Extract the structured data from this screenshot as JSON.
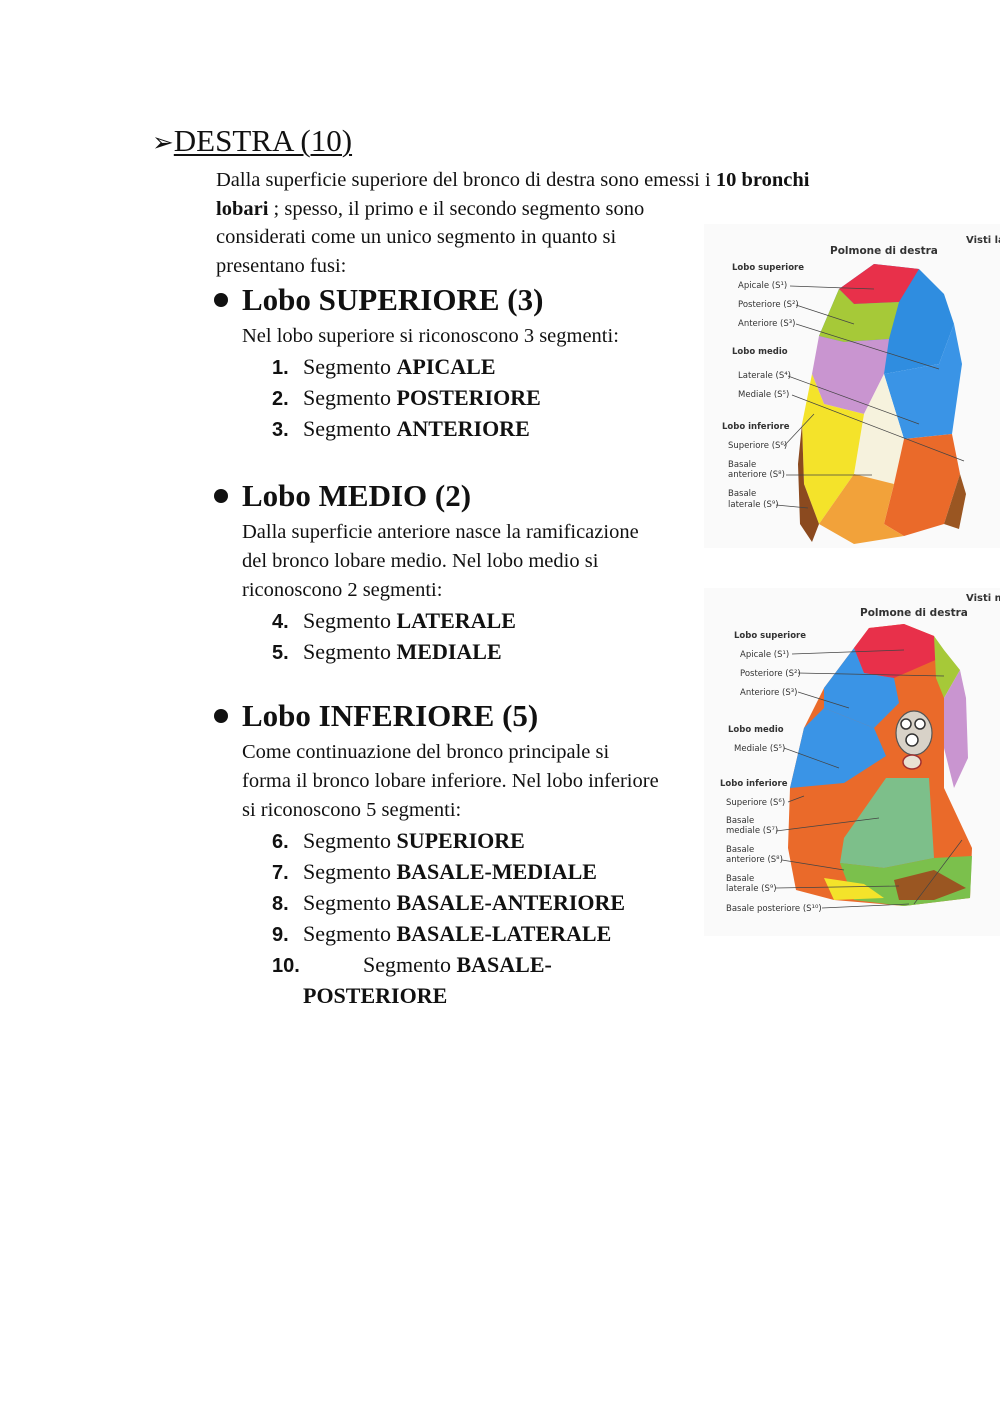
{
  "heading": {
    "marker": "➢",
    "title": "DESTRA (10)"
  },
  "intro": {
    "line1_a": "Dalla superficie superiore del bronco di destra sono emessi i ",
    "line1_b": "10 bronchi",
    "line2_a": "lobari",
    "line2_b": " ; spesso, il primo e il secondo segmento sono",
    "line3": "considerati come un unico segmento in quanto si",
    "line4": "presentano fusi:"
  },
  "lobes": [
    {
      "title": "Lobo SUPERIORE (3)",
      "desc": [
        "Nel lobo superiore si riconoscono 3 segmenti:"
      ],
      "segments": [
        {
          "num": "1.",
          "prefix": "Segmento ",
          "name": "APICALE"
        },
        {
          "num": "2.",
          "prefix": "Segmento ",
          "name": "POSTERIORE"
        },
        {
          "num": "3.",
          "prefix": "Segmento ",
          "name": "ANTERIORE"
        }
      ]
    },
    {
      "title": "Lobo MEDIO (2)",
      "desc": [
        "Dalla superficie anteriore nasce la ramificazione",
        "del bronco lobare medio. Nel lobo medio si",
        "riconoscono 2 segmenti:"
      ],
      "segments": [
        {
          "num": "4.",
          "prefix": "Segmento ",
          "name": "LATERALE"
        },
        {
          "num": "5.",
          "prefix": "Segmento ",
          "name": "MEDIALE"
        }
      ]
    },
    {
      "title": "Lobo INFERIORE (5)",
      "desc": [
        "Come continuazione del bronco principale si",
        "forma il bronco lobare inferiore. Nel lobo inferiore",
        "si riconoscono 5 segmenti:"
      ],
      "segments": [
        {
          "num": "6.",
          "prefix": "Segmento ",
          "name": "SUPERIORE"
        },
        {
          "num": "7.",
          "prefix": "Segmento ",
          "name": "BASALE-MEDIALE"
        },
        {
          "num": "8.",
          "prefix": "Segmento ",
          "name": "BASALE-ANTERIORE"
        },
        {
          "num": "9.",
          "prefix": "Segmento ",
          "name": "BASALE-LATERALE"
        },
        {
          "num": "10.",
          "prefix": "Segmento ",
          "name": "BASALE-",
          "name2": "POSTERIORE"
        }
      ]
    }
  ],
  "figure1": {
    "corner": "Visti la",
    "title": "Polmone di destra",
    "labels": [
      "Lobo superiore",
      "Apicale (S¹)",
      "Posteriore (S²)",
      "Anteriore (S³)",
      "Lobo medio",
      "Laterale (S⁴)",
      "Mediale (S⁵)",
      "Lobo inferiore",
      "Superiore (S⁶)",
      "Basale",
      "anteriore (S⁸)",
      "Basale",
      "laterale (S⁹)"
    ]
  },
  "figure2": {
    "corner": "Visti m",
    "title": "Polmone di destra",
    "labels": [
      "Lobo superiore",
      "Apicale (S¹)",
      "Posteriore (S²)",
      "Anteriore (S³)",
      "Lobo medio",
      "Mediale (S⁵)",
      "Lobo inferiore",
      "Superiore (S⁶)",
      "Basale",
      "mediale (S⁷)",
      "Basale",
      "anteriore (S⁸)",
      "Basale",
      "laterale (S⁹)",
      "Basale posteriore (S¹⁰)"
    ]
  }
}
